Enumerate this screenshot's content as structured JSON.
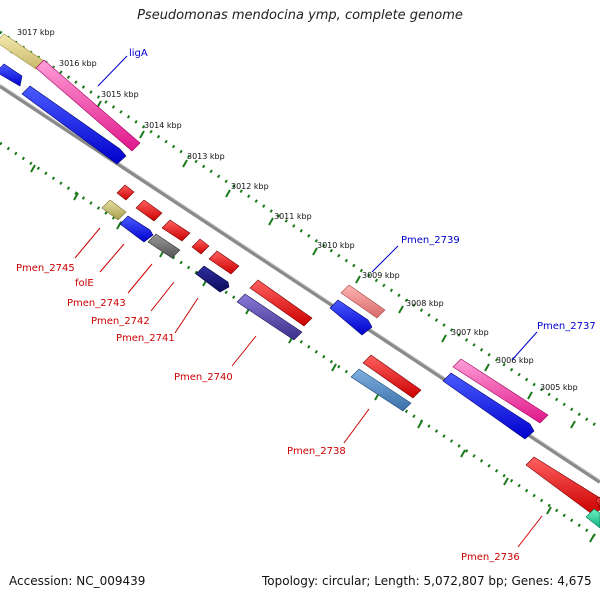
{
  "title": "Pseudomonas mendocina ymp, complete genome",
  "footer": {
    "accession": "Accession: NC_009439",
    "topology": "Topology: circular; Length: 5,072,807 bp; Genes: 4,675"
  },
  "colors": {
    "named_gene_label": "#0000cc",
    "locus_label": "#cc0000",
    "backbone": "#8a8a8a",
    "tick": "#1a7a1a"
  },
  "kbp_labels": [
    "3017 kbp",
    "3016 kbp",
    "3015 kbp",
    "3014 kbp",
    "3013 kbp",
    "3012 kbp",
    "3011 kbp",
    "3010 kbp",
    "3009 kbp",
    "3008 kbp",
    "3007 kbp",
    "3006 kbp",
    "3005 kbp"
  ],
  "gene_labels": [
    "ligA",
    "Pmen_2739",
    "Pmen_2737",
    "Pmen_2745",
    "folE",
    "Pmen_2743",
    "Pmen_2742",
    "Pmen_2741",
    "Pmen_2740",
    "Pmen_2738",
    "Pmen_2736"
  ]
}
